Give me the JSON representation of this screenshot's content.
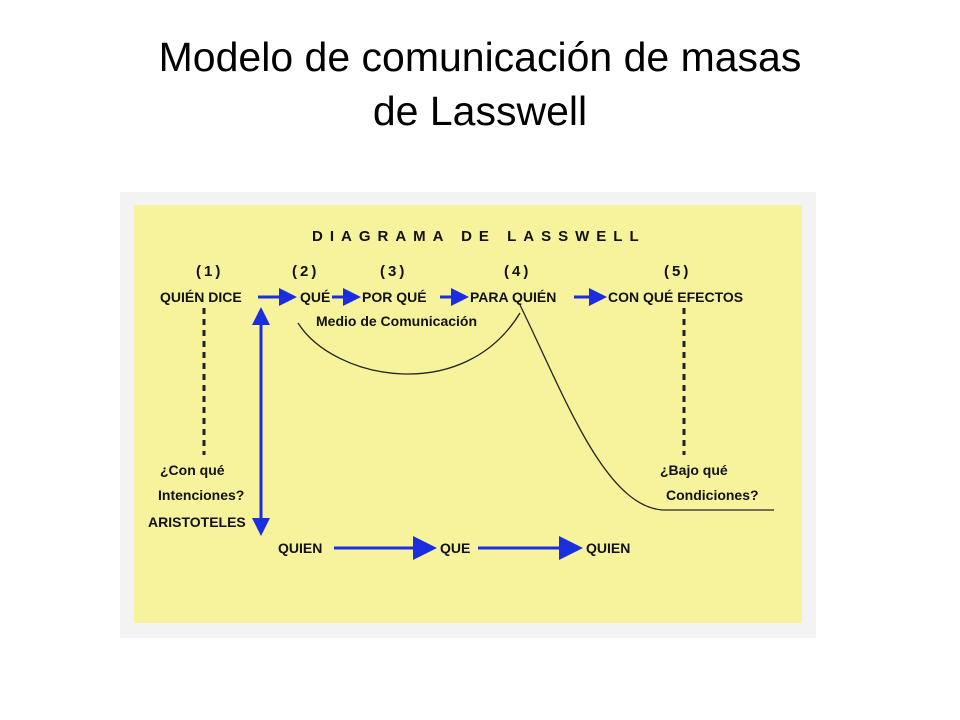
{
  "slide": {
    "title_line1": "Modelo de comunicación de masas",
    "title_line2": "de Lasswell"
  },
  "diagram": {
    "heading": "DIAGRAMA DE LASSWELL",
    "numbers": [
      "(1)",
      "(2)",
      "(3)",
      "(4)",
      "(5)"
    ],
    "steps": [
      "QUIÉN DICE",
      "QUÉ",
      "POR QUÉ",
      "PARA QUIÉN",
      "CON QUÉ EFECTOS"
    ],
    "medium_label": "Medio de Comunicación",
    "question_left": [
      "¿Con qué",
      "Intenciones?"
    ],
    "question_right": [
      "¿Bajo qué",
      "Condiciones?"
    ],
    "aristotle_label": "ARISTOTELES",
    "aristotle_steps": [
      "QUIEN",
      "QUE",
      "QUIEN"
    ],
    "colors": {
      "background": "#f6f39c",
      "arrow": "#1a2ee0",
      "text": "#111111"
    }
  }
}
